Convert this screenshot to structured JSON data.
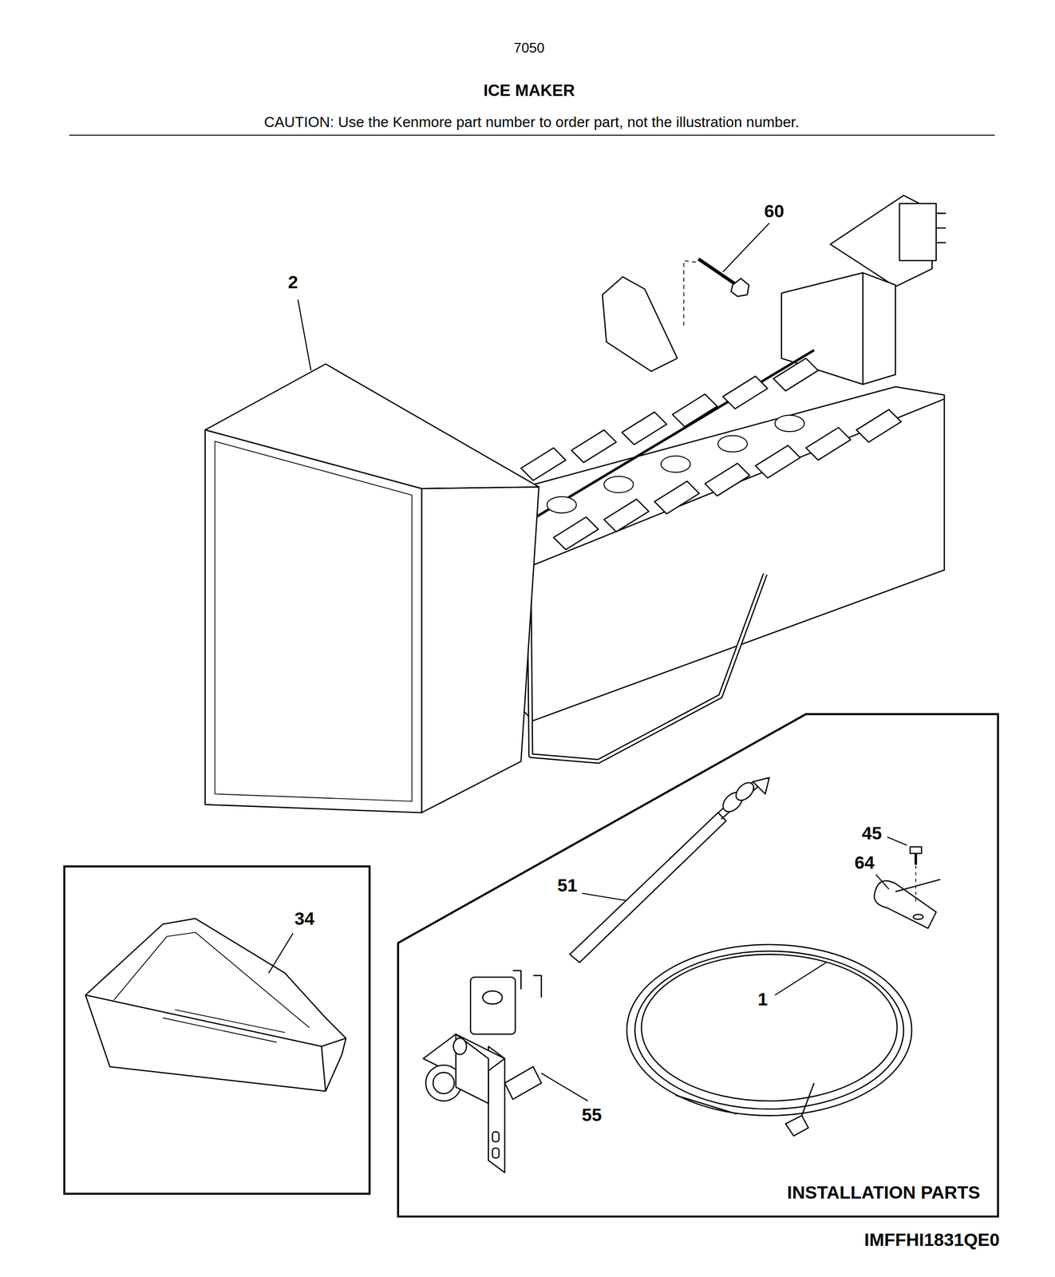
{
  "diagram": {
    "title": "ICE MAKER",
    "nodes": [
      {
        "text": [
          "34"
        ]
      },
      {
        "text": [
          "INSTALLATION PARTS"
        ]
      }
    ],
    "labels": [
      "7050",
      "CAUTION: Use the Kenmore part number to order part, not the illustration number.",
      "60",
      "2",
      "45",
      "64",
      "51",
      "1",
      "55",
      "IMFFHI1831QE0"
    ]
  }
}
